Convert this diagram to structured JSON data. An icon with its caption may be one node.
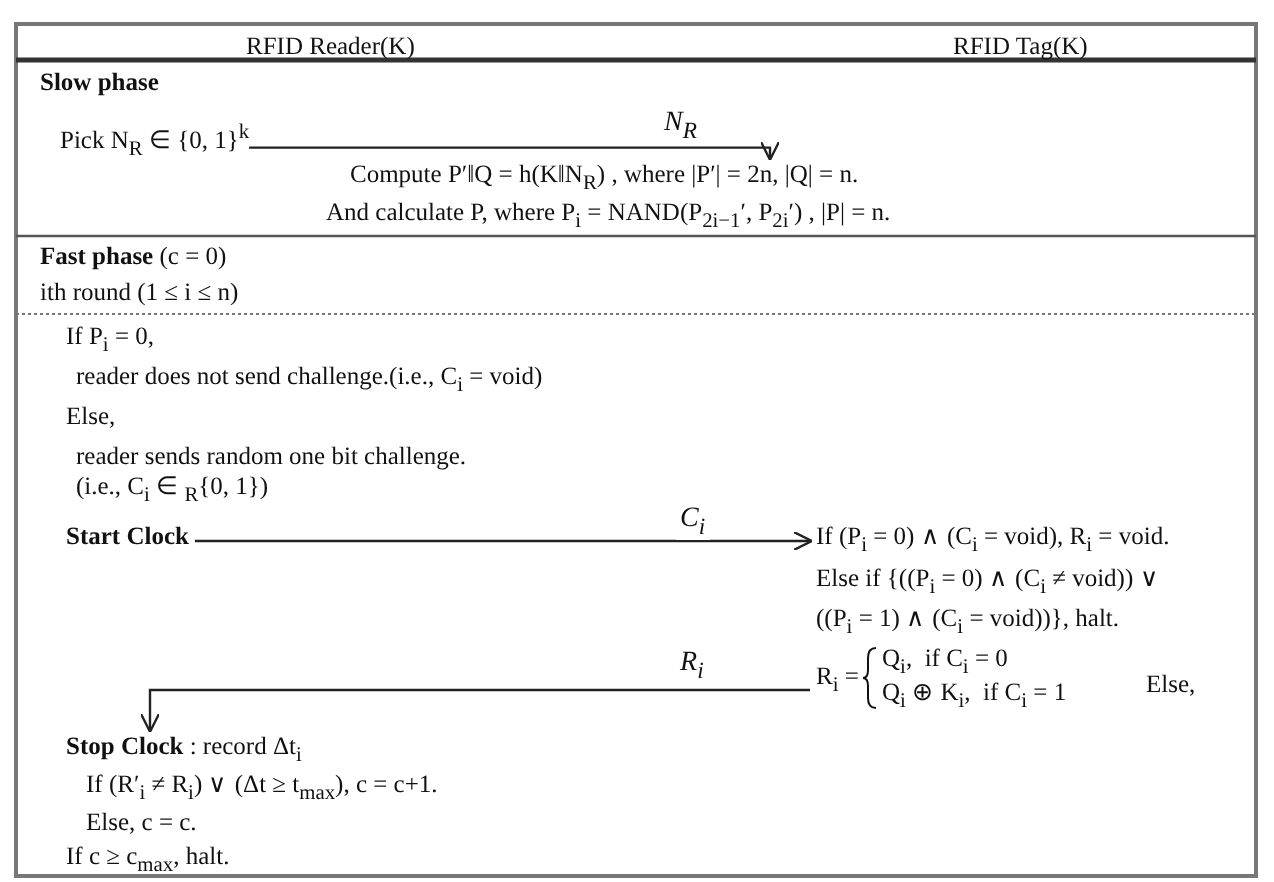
{
  "diagram": {
    "nodes": [
      {
        "text": [
          "Pick N$_{R}$ ∈ {0, 1}$^{k}$"
        ]
      },
      {
        "text": [
          "Compute P′‖Q = h(K‖N$_{R}$) , where |P′| = 2n, |Q| = n."
        ]
      },
      {
        "text": [
          "**Start Clock**"
        ]
      },
      {
        "text": [
          "If (P$_{i}$ = 0) ∧ (C$_{i}$ = void), R$_{i}$ = void."
        ]
      },
      {
        "text": [
          "R$_{i}$ =",
          "Q$_{i}$,  if C$_{i}$ = 0",
          "Q$_{i}$ ⊕ K$_{i}$,  if C$_{i}$ = 1"
        ],
        "beside": [
          "Else,"
        ]
      },
      {
        "text": [
          "**Stop Clock** : record Δt$_{i}$"
        ]
      }
    ],
    "edges": [
      {
        "from": 0,
        "to": 1,
        "arrow": "to",
        "label": "N$_{R}$"
      },
      {
        "from": 2,
        "to": 3,
        "arrow": "to",
        "label": "C$_{i}$"
      },
      {
        "from": 4,
        "to": 5,
        "arrow": "to",
        "label": "R$_{i}$"
      }
    ],
    "labels": [
      "RFID Reader(K)",
      "RFID Tag(K)",
      "Slow phase",
      "And calculate P, where P$_{i}$ = NAND(P$_{2i−1}$′, P$_{2i}$′) , |P| = n.",
      "**Fast phase** (c = 0)",
      "ith round (1 ≤ i ≤ n)",
      "If P$_{i}$ = 0,",
      "reader does not send challenge.(i.e., C$_{i}$ = void)",
      "Else,",
      "reader sends random one bit challenge. (i.e., C$_{i}$ ∈ $_{R}${0, 1})",
      "Else if {((P$_{i}$ = 0) ∧ (C$_{i}$ ≠ void)) ∨ ((P$_{i}$ = 1) ∧ (C$_{i}$ = void))}, halt.",
      "If (R′$_{i}$ ≠ R$_{i}$) ∨ (Δt ≥ t$_{max}$), c = c+1.",
      "Else, c = c.",
      "If c ≥ c$_{max}$, halt."
    ]
  }
}
